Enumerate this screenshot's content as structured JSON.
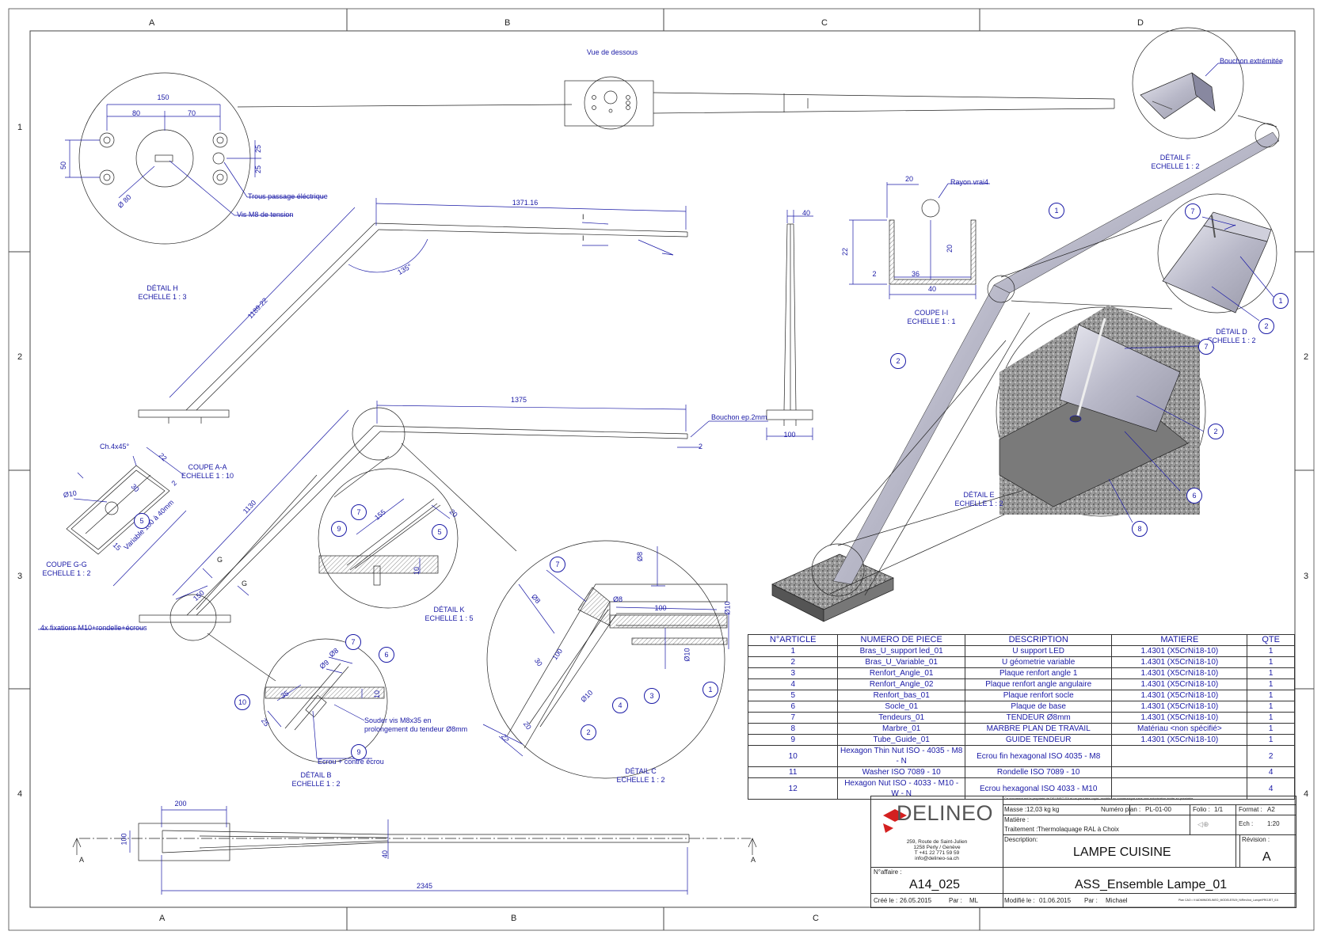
{
  "grid": {
    "cols_top": [
      "A",
      "B",
      "C",
      "D"
    ],
    "cols_bottom": [
      "A",
      "B",
      "C"
    ],
    "rows": [
      "1",
      "2",
      "3",
      "4"
    ]
  },
  "views": {
    "vue_dessous": "Vue de dessous",
    "detail_h": "DÉTAIL H",
    "detail_h_scale": "ECHELLE 1 : 3",
    "coupe_aa": "COUPE A-A",
    "coupe_aa_scale": "ECHELLE 1 : 10",
    "coupe_gg": "COUPE G-G",
    "coupe_gg_scale": "ECHELLE 1 : 2",
    "coupe_ii": "COUPE I-I",
    "coupe_ii_scale": "ECHELLE 1 : 1",
    "detail_f": "DÉTAIL F",
    "detail_f_scale": "ECHELLE 1 : 2",
    "detail_d": "DÉTAIL D",
    "detail_d_scale": "ECHELLE 1 : 2",
    "detail_e": "DÉTAIL E",
    "detail_e_scale": "ECHELLE 1 : 2",
    "detail_k": "DÉTAIL K",
    "detail_k_scale": "ECHELLE 1 : 5",
    "detail_b": "DÉTAIL B",
    "detail_b_scale": "ECHELLE 1 : 2",
    "detail_c": "DÉTAIL C",
    "detail_c_scale": "ECHELLE 1 : 2"
  },
  "notes": {
    "trous": "Trous passage éléctrique",
    "vis": "Vis M8 de tension",
    "bouchon_ext": "Bouchon extrémitée",
    "rayon": "Rayon vrai4",
    "bouchon_ep": "Bouchon ep.2mm",
    "fixations": "4x fixations M10+rondelle+écrous",
    "chanfrein": "Ch.4x45°",
    "souder1": "Souder vis M8x35 en",
    "souder2": "prolongement du tendeur Ø8mm",
    "ecrou": "Ecrou + contre écrou",
    "variable": "Variable 100 à 40mm"
  },
  "dims": {
    "d150": "150",
    "d80": "80",
    "d70": "70",
    "d50": "50",
    "d25a": "25",
    "d25b": "25",
    "phi80": "Ø 80",
    "d1371": "1371.16",
    "d1189": "1189.22",
    "d135": "135°",
    "d1375": "1375",
    "d1130": "1130",
    "d150b": "150",
    "d40": "40",
    "d100": "100",
    "d20": "20",
    "d22": "22",
    "d20b": "20",
    "d2": "2",
    "d36": "36",
    "d40b": "40",
    "d2345": "2345",
    "d200": "200",
    "d100b": "100",
    "d40c": "40",
    "d155": "155",
    "d20c": "20",
    "d10": "10",
    "phi10": "Ø10",
    "d22b": "22",
    "d30": "30",
    "d15": "15",
    "d2b": "2",
    "phi8a": "Ø8",
    "phi8b": "Ø8",
    "phi8c": "Ø8",
    "d100c": "100",
    "phi10b": "Ø10",
    "phi10c": "Ø10",
    "phi10d": "Ø10",
    "d100d": "100",
    "d30b": "30",
    "d20d": "20",
    "d22c": "22",
    "phi8d": "Ø8",
    "phi9": "Ø9",
    "d35": "35",
    "d10b": "10",
    "d25c": "25",
    "d2c": "2"
  },
  "section_marks": {
    "a": "A",
    "g": "G",
    "i": "I"
  },
  "bom": {
    "headers": [
      "N°ARTICLE",
      "NUMERO DE PIECE",
      "DESCRIPTION",
      "MATIERE",
      "QTE"
    ],
    "rows": [
      [
        "1",
        "Bras_U_support led_01",
        "U support LED",
        "1.4301 (X5CrNi18-10)",
        "1"
      ],
      [
        "2",
        "Bras_U_Variable_01",
        "U géometrie variable",
        "1.4301 (X5CrNi18-10)",
        "1"
      ],
      [
        "3",
        "Renfort_Angle_01",
        "Plaque renfort angle 1",
        "1.4301 (X5CrNi18-10)",
        "1"
      ],
      [
        "4",
        "Renfort_Angle_02",
        "Plaque renfort angle angulaire",
        "1.4301 (X5CrNi18-10)",
        "1"
      ],
      [
        "5",
        "Renfort_bas_01",
        "Plaque renfort socle",
        "1.4301 (X5CrNi18-10)",
        "1"
      ],
      [
        "6",
        "Socle_01",
        "Plaque de base",
        "1.4301 (X5CrNi18-10)",
        "1"
      ],
      [
        "7",
        "Tendeurs_01",
        "TENDEUR Ø8mm",
        "1.4301 (X5CrNi18-10)",
        "1"
      ],
      [
        "8",
        "Marbre_01",
        "MARBRE PLAN DE TRAVAIL",
        "Matériau <non spécifié>",
        "1"
      ],
      [
        "9",
        "Tube_Guide_01",
        "GUIDE TENDEUR",
        "1.4301 (X5CrNi18-10)",
        "1"
      ],
      [
        "10",
        "Hexagon Thin Nut ISO - 4035 - M8 - N",
        "Ecrou fin hexagonal ISO 4035 - M8",
        "",
        "2"
      ],
      [
        "11",
        "Washer ISO 7089 - 10",
        "Rondelle ISO 7089 - 10",
        "",
        "4"
      ],
      [
        "12",
        "Hexagon Nut ISO - 4033 - M10 - W - N",
        "Ecrou hexagonal ISO 4033 - M10",
        "",
        "4"
      ]
    ]
  },
  "title_block": {
    "disclaimer": "Ce document est la propriété de DELINEO SA et ne peut être copié, modifié, ou communiqué sans une autorisation écrite au préalable.",
    "masse_label": "Masse :",
    "masse": "12,03 kg kg",
    "plan_label": "Numéro plan :",
    "plan": "PL-01-00",
    "folio_label": "Folio :",
    "folio": "1/1",
    "format_label": "Format :",
    "format": "A2",
    "matiere_label": "Matière :",
    "traitement_label": "Traitement :",
    "traitement": "Thermolaquage RAL à Choix",
    "ech_label": "Ech :",
    "ech": "1:20",
    "logo": "DELINEO",
    "addr1": "259, Route de Saint-Julien",
    "addr2": "1258 Perly / Genève",
    "addr3": "T +41 22 771 59 59",
    "addr4": "info@delineo-sa.ch",
    "description_label": "Description:",
    "description": "LAMPE CUISINE",
    "revision_label": "Révision :",
    "revision": "A",
    "affaire_label": "N°affaire :",
    "affaire": "A14_025",
    "assembly": "ASS_Ensemble Lampe_01",
    "cree_label": "Créé le :",
    "cree": "26.05.2015",
    "par_label": "Par :",
    "par1": "ML",
    "modif_label": "Modifié le :",
    "modif": "01.06.2015",
    "par2": "Michael",
    "path": "Plan CAO • V:\\ADMIN\\DELINEO_MODELES\\09_N\\Rev\\Ind_Lampe\\PROJET_01\\"
  },
  "colors": {
    "ink": "#1a1aa6",
    "line": "#222222",
    "steel": "#c9c9d2",
    "granite": "#8a8a8a"
  }
}
